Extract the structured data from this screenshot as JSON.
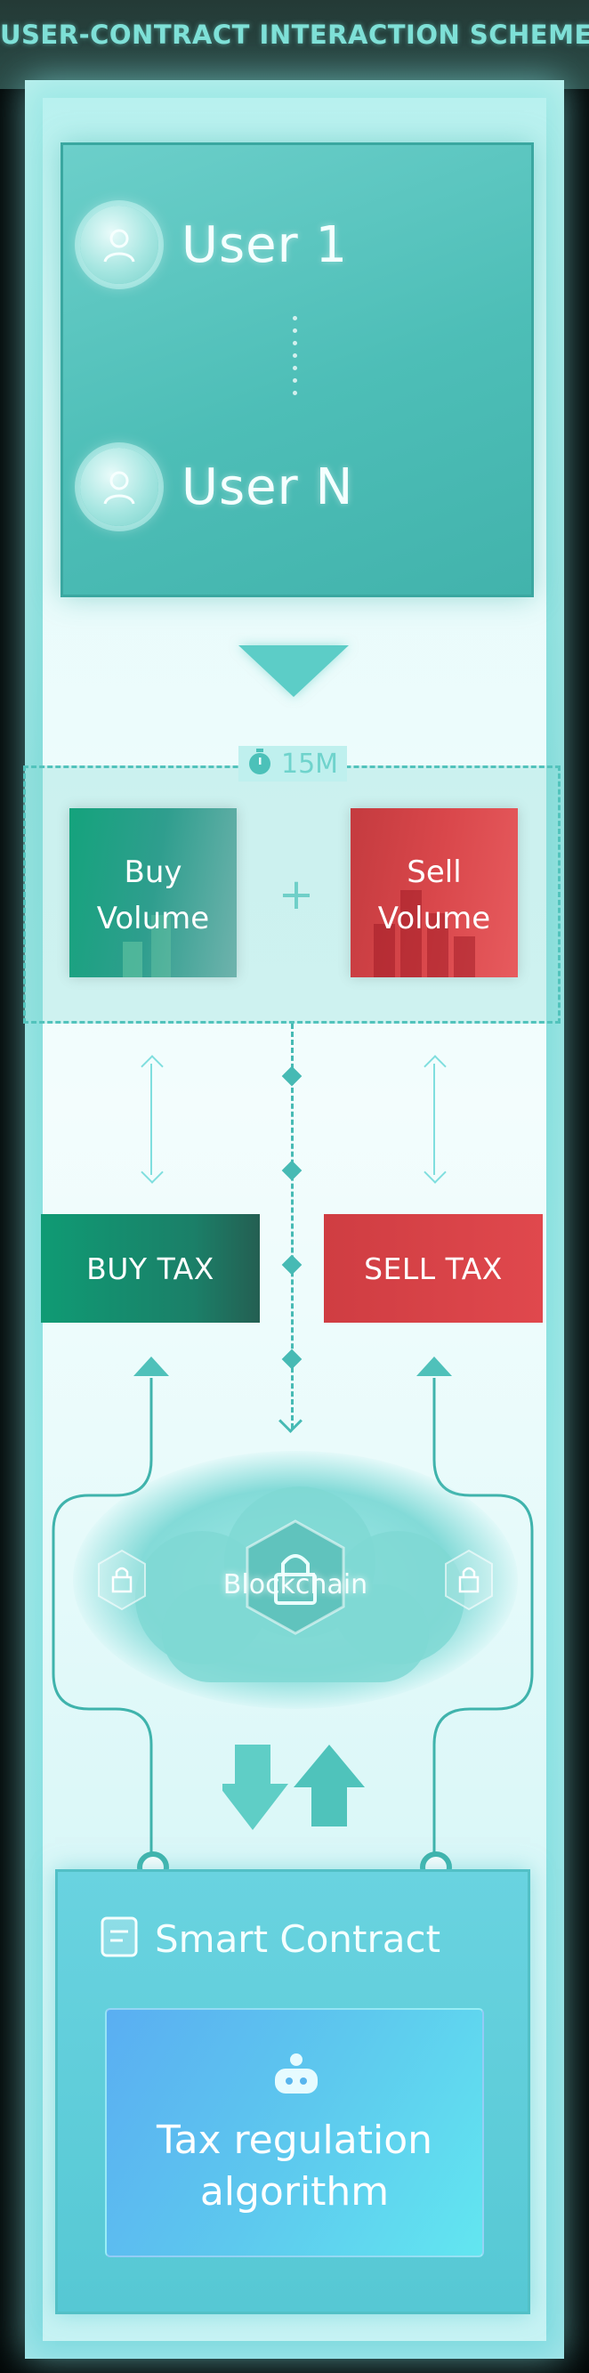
{
  "title": "USER-CONTRACT INTERACTION SCHEME",
  "users": {
    "first": "User 1",
    "last": "User N"
  },
  "timer": {
    "label": "15M"
  },
  "volumes": {
    "buy": "Buy\nVolume",
    "sell": "Sell\nVolume",
    "operator": "+"
  },
  "taxes": {
    "buy": "BUY TAX",
    "sell": "SELL TAX"
  },
  "blockchain": {
    "label": "Blockchain"
  },
  "smart_contract": {
    "title": "Smart Contract",
    "algorithm": "Tax regulation\nalgorithm"
  },
  "colors": {
    "buy_green": "#14a37c",
    "sell_red": "#d9474b",
    "teal_accent": "#46bab4",
    "card_teal": "#4dbeb7",
    "contract_blue": "#5aaef2"
  },
  "icons": [
    "user-avatar-icon",
    "timer-icon",
    "lock-icon",
    "document-icon",
    "robot-icon"
  ]
}
